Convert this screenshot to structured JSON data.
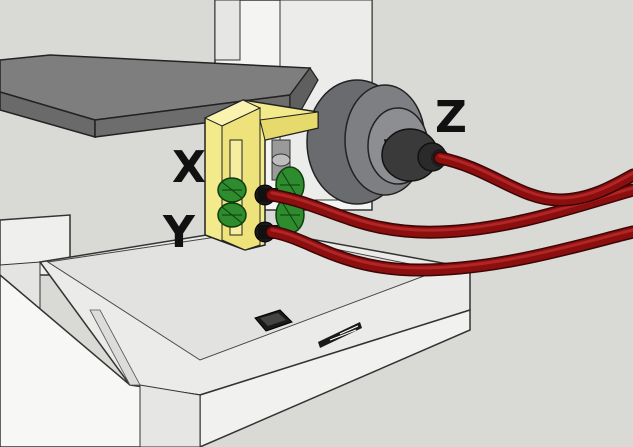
{
  "labels": {
    "x": "X",
    "y": "Y",
    "z": "Z"
  },
  "colors": {
    "background": "#d9d9d6",
    "bracket": "#f3ea8c",
    "gear": "#2e8b2e",
    "cable": "#8b0f0f",
    "motor_body": "#6f7074",
    "frame": "#f2f2f2",
    "platform": "#7a7a7a"
  },
  "icons": [
    "gear-icon",
    "switch-icon",
    "vent-icon"
  ]
}
